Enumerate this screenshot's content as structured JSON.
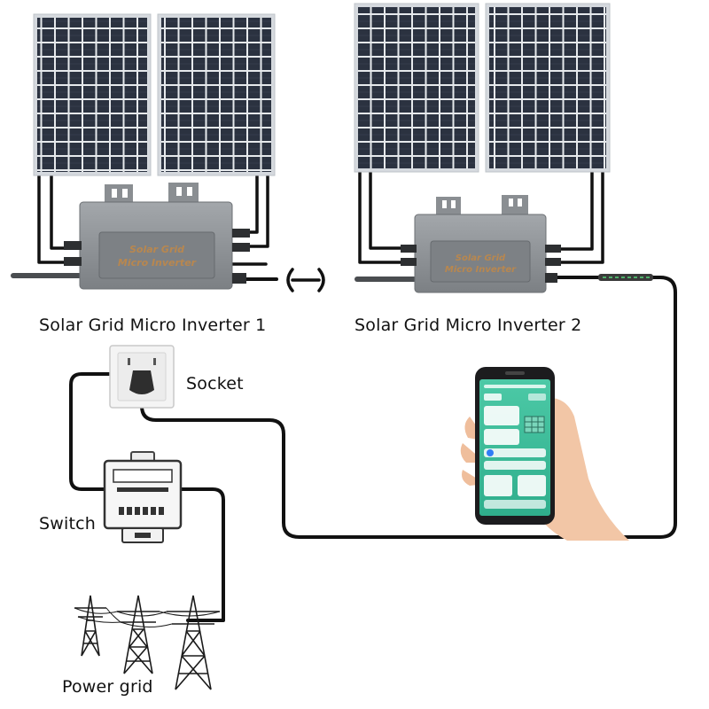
{
  "labels": {
    "inverter1": "Solar Grid Micro Inverter 1",
    "inverter2": "Solar Grid Micro Inverter 2",
    "socket": "Socket",
    "switch": "Switch",
    "power_grid": "Power grid"
  },
  "inverter_plate": {
    "line1": "Solar Grid",
    "line2": "Micro Inverter"
  },
  "colors": {
    "panel_cell": "#2c3442",
    "panel_frame": "#d9dde2",
    "inverter_body": "#8e9296",
    "inverter_dark": "#6f7377",
    "plate_text": "#b8874f",
    "wire": "#111111",
    "app_green": "#3bbf9b"
  },
  "icons": {
    "socket": "wall-socket-icon",
    "switch": "breaker-switch-icon",
    "grid": "power-tower-icon",
    "phone": "smartphone-app-icon",
    "connector": "mc4-connector-icon"
  }
}
